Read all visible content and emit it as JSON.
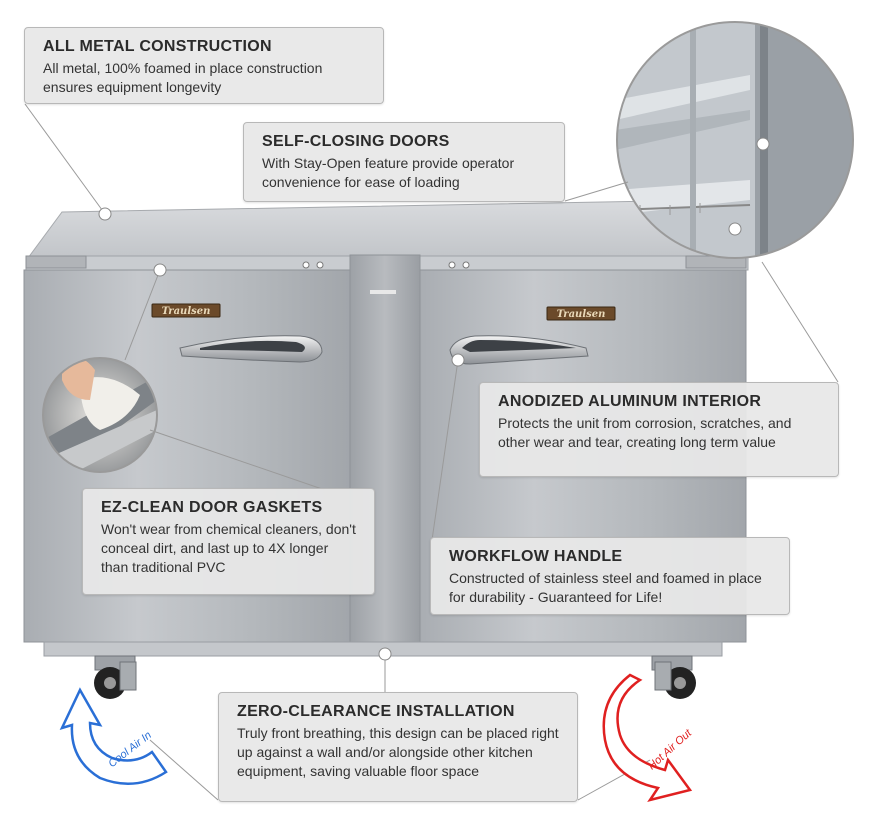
{
  "callouts": {
    "metal": {
      "title": "ALL METAL CONSTRUCTION",
      "body": "All metal, 100% foamed in place construction ensures equipment longevity"
    },
    "doors": {
      "title": "SELF-CLOSING DOORS",
      "body": "With Stay-Open feature provide operator convenience for ease of loading"
    },
    "interior": {
      "title": "ANODIZED ALUMINUM INTERIOR",
      "body": "Protects the unit from corrosion, scratches, and other wear and tear, creating long term value"
    },
    "gaskets": {
      "title": "EZ-CLEAN DOOR GASKETS",
      "body": "Won't wear from chemical cleaners, don't conceal dirt, and last up to 4X longer than traditional PVC"
    },
    "handle": {
      "title": "WORKFLOW HANDLE",
      "body": "Constructed of stainless steel and foamed in place for durability - Guaranteed for Life!"
    },
    "clearance": {
      "title": "ZERO-CLEARANCE INSTALLATION",
      "body": "Truly front breathing, this design can be placed right up against a wall and/or alongside other kitchen equipment, saving valuable floor space"
    }
  },
  "brand": {
    "logo_left": "Traulsen",
    "logo_right": "Traulsen"
  },
  "airflow": {
    "cool_label": "Cool Air In",
    "hot_label": "Hot Air Out",
    "cool_color": "#2a6fd6",
    "hot_color": "#e02020"
  },
  "colors": {
    "steel": "#b9bcc0",
    "callout_bg": "#e8e8e8",
    "logo_bg": "#6b4a2a"
  }
}
